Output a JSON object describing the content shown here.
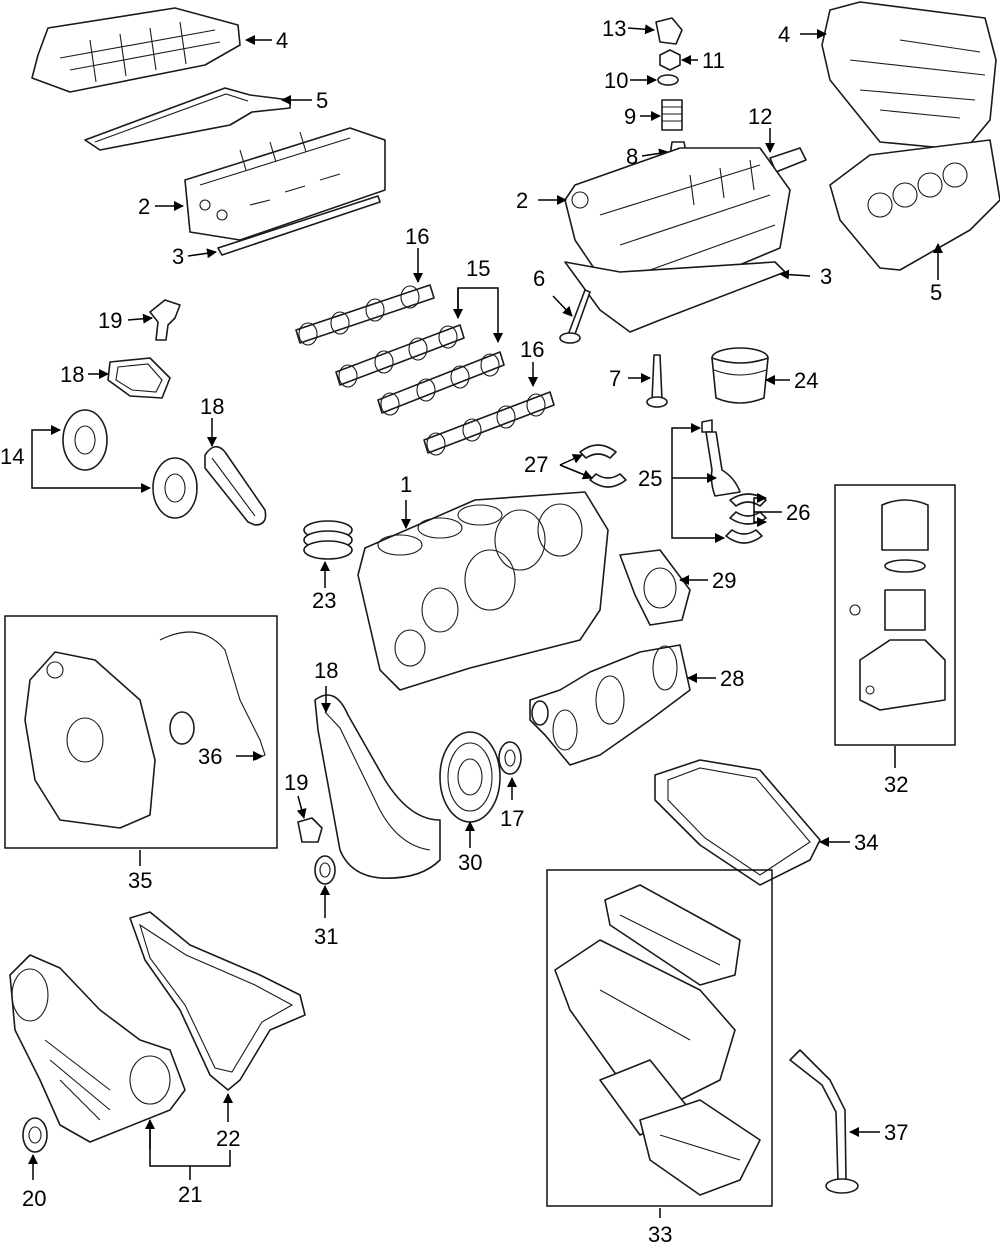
{
  "diagram": {
    "background": "#ffffff",
    "line_color": "#1a1a1a",
    "labels": {
      "l1": "1",
      "l2a": "2",
      "l2b": "2",
      "l3a": "3",
      "l3b": "3",
      "l4a": "4",
      "l4b": "4",
      "l5a": "5",
      "l5b": "5",
      "l6": "6",
      "l7": "7",
      "l8": "8",
      "l9": "9",
      "l10": "10",
      "l11": "11",
      "l12": "12",
      "l13": "13",
      "l14": "14",
      "l15": "15",
      "l16a": "16",
      "l16b": "16",
      "l17": "17",
      "l18a": "18",
      "l18b": "18",
      "l18c": "18",
      "l19a": "19",
      "l19b": "19",
      "l20": "20",
      "l21": "21",
      "l22": "22",
      "l23": "23",
      "l24": "24",
      "l25": "25",
      "l26": "26",
      "l27": "27",
      "l28": "28",
      "l29": "29",
      "l30": "30",
      "l31": "31",
      "l32": "32",
      "l33": "33",
      "l34": "34",
      "l35": "35",
      "l36": "36",
      "l37": "37"
    }
  }
}
